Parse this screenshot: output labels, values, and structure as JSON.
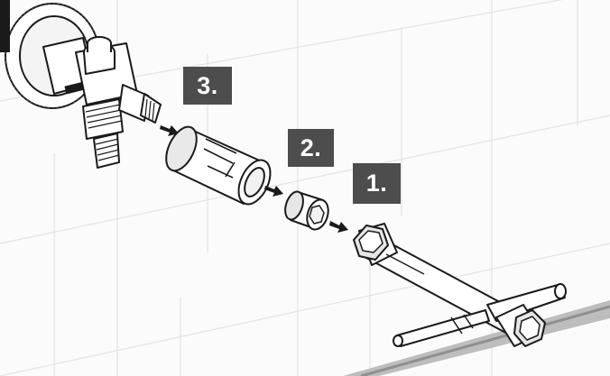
{
  "steps": [
    {
      "number": "1."
    },
    {
      "number": "2."
    },
    {
      "number": "3."
    }
  ],
  "colors": {
    "badge_background": "#4d4d4d",
    "badge_text": "#ffffff",
    "line_art": "#1a1a1a",
    "wall_lines": "#e3e3e3",
    "part_fill": "#ffffff",
    "shadow_fill": "#e6e6e6",
    "pipe_stripe": "#a8a8a8"
  },
  "icons": {
    "arrow": "small-black-arrow-icon",
    "valve": "angle-valve-illustration",
    "sleeve": "slotted-sleeve-illustration",
    "nut": "nut-illustration",
    "wrench": "t-handle-socket-wrench-illustration"
  }
}
